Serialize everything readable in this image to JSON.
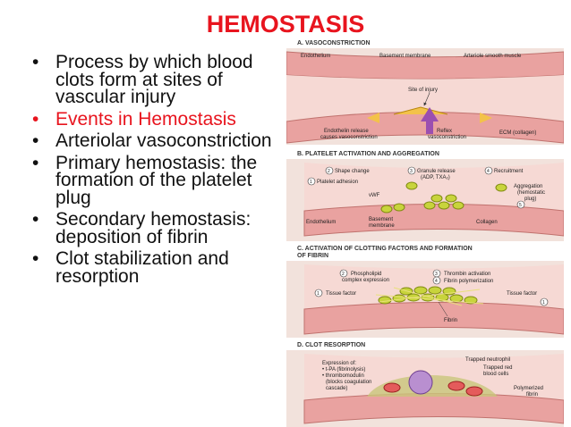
{
  "title": "HEMOSTASIS",
  "bullets": [
    {
      "text": "Process by which blood clots form at sites of vascular injury"
    },
    {
      "text": "Events in Hemostasis"
    },
    {
      "text": "Arteriolar vasoconstriction"
    },
    {
      "text": "Primary hemostasis: the formation of the platelet plug"
    },
    {
      "text": "Secondary hemostasis: deposition of fibrin"
    },
    {
      "text": "Clot stabilization and resorption"
    }
  ],
  "bullet_glyph": "•",
  "colors": {
    "title": "#e8141e",
    "highlight": "#e8141e",
    "vessel_wall": "#e9a2a0",
    "lumen": "#f6d9d4",
    "platelet": "#c8d43c",
    "arrow": "#9b4fb0"
  },
  "figure": {
    "panelA": {
      "heading": "A. VASOCONSTRICTION",
      "labels": {
        "endothelium": "Endothelium",
        "basement": "Basement membrane",
        "smooth": "Arteriole smooth muscle",
        "injury": "Site of injury",
        "endothelin1": "Endothelin release",
        "endothelin2": "causes vasoconstriction",
        "reflex1": "Reflex",
        "reflex2": "vasoconstriction",
        "ecm": "ECM (collagen)"
      }
    },
    "panelB": {
      "heading": "B. PLATELET ACTIVATION AND AGGREGATION",
      "labels": {
        "shape": "Shape change",
        "adhesion": "Platelet adhesion",
        "granule1": "Granule release",
        "granule2": "(ADP, TXA₂)",
        "recruit": "Recruitment",
        "vwf": "vWF",
        "agg1": "Aggregation",
        "agg2": "(hemostatic",
        "agg3": "plug)",
        "endothelium": "Endothelium",
        "basement1": "Basement",
        "basement2": "membrane",
        "collagen": "Collagen"
      },
      "steps": [
        "1",
        "2",
        "3",
        "4",
        "5"
      ]
    },
    "panelC": {
      "heading1": "C. ACTIVATION OF CLOTTING FACTORS AND FORMATION",
      "heading2": "OF FIBRIN",
      "labels": {
        "phospho1": "Phospholipid",
        "phospho2": "complex expression",
        "thrombin": "Thrombin activation",
        "fibrin_poly": "Fibrin polymerization",
        "tf_left": "Tissue factor",
        "tf_right": "Tissue factor",
        "fibrin": "Fibrin"
      },
      "steps": [
        "1",
        "2",
        "3",
        "4",
        "1"
      ]
    },
    "panelD": {
      "heading": "D. CLOT RESORPTION",
      "labels": {
        "exp": "Expression of:",
        "tpa": "• t-PA (fibrinolysis)",
        "thrombo": "• thrombomodulin",
        "blocks1": "(blocks coagulation",
        "blocks2": "cascade)",
        "neutro": "Trapped neutrophil",
        "rbc1": "Trapped red",
        "rbc2": "blood cells",
        "poly1": "Polymerized",
        "poly2": "fibrin"
      }
    }
  }
}
